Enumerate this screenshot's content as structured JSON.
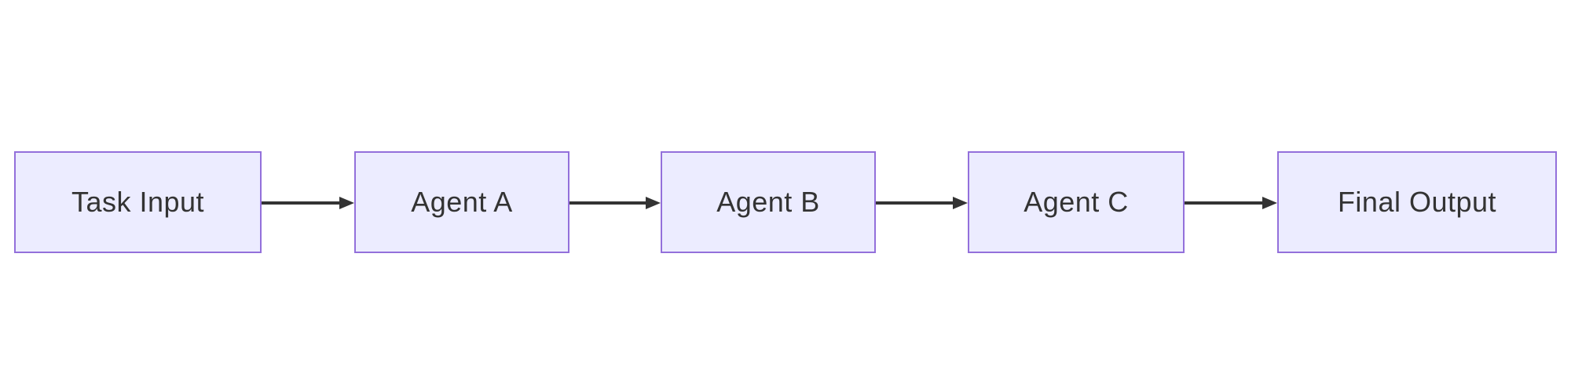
{
  "diagram": {
    "type": "flowchart",
    "direction": "left-to-right",
    "nodes": [
      {
        "id": "task-input",
        "label": "Task Input"
      },
      {
        "id": "agent-a",
        "label": "Agent A"
      },
      {
        "id": "agent-b",
        "label": "Agent B"
      },
      {
        "id": "agent-c",
        "label": "Agent C"
      },
      {
        "id": "final-output",
        "label": "Final Output"
      }
    ],
    "edges": [
      {
        "from": "task-input",
        "to": "agent-a",
        "arrow": "filled-triangle"
      },
      {
        "from": "agent-a",
        "to": "agent-b",
        "arrow": "filled-triangle"
      },
      {
        "from": "agent-b",
        "to": "agent-c",
        "arrow": "filled-triangle"
      },
      {
        "from": "agent-c",
        "to": "final-output",
        "arrow": "filled-triangle"
      }
    ],
    "colors": {
      "node_fill": "#ECECFF",
      "node_border": "#9370DB",
      "edge": "#333333",
      "text": "#333333",
      "background": "#FFFFFF"
    }
  }
}
